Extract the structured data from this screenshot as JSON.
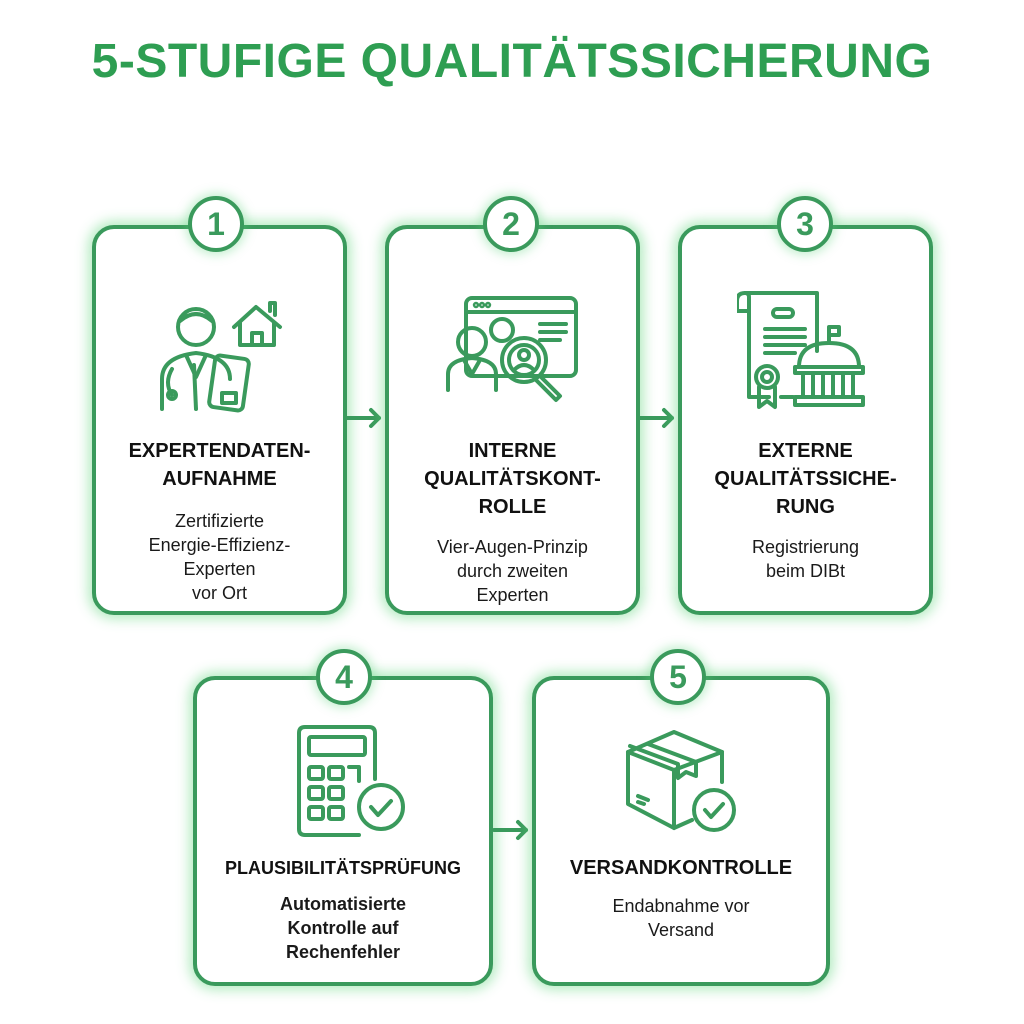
{
  "title": "5-STUFIGE QUALITÄTSSICHERUNG",
  "colors": {
    "accent": "#2e9e52",
    "border": "#3a9a5c",
    "glow": "#5ad278",
    "text": "#111111"
  },
  "steps": [
    {
      "number": "1",
      "icon": "expert-with-tablet-and-house-icon",
      "title_lines": [
        "EXPERTENDATEN-",
        "AUFNAHME"
      ],
      "desc_lines": [
        "Zertifizierte",
        "Energie-Effizienz-",
        "Experten",
        "vor Ort"
      ]
    },
    {
      "number": "2",
      "icon": "people-review-magnifier-icon",
      "title_lines": [
        "INTERNE",
        "QUALITÄTSKONT-",
        "ROLLE"
      ],
      "desc_lines": [
        "Vier-Augen-Prinzip",
        "durch zweiten",
        "Experten"
      ]
    },
    {
      "number": "3",
      "icon": "certificate-and-government-building-icon",
      "title_lines": [
        "EXTERNE",
        "QUALITÄTSSICHE-",
        "RUNG"
      ],
      "desc_lines": [
        "Registrierung",
        "beim DIBt"
      ]
    },
    {
      "number": "4",
      "icon": "calculator-with-checkmark-icon",
      "title_lines": [
        "PLAUSIBILITÄTSPRÜFUNG"
      ],
      "desc_lines": [
        "Automatisierte",
        "Kontrolle auf",
        "Rechenfehler"
      ]
    },
    {
      "number": "5",
      "icon": "package-with-checkmark-icon",
      "title_lines": [
        "VERSANDKONTROLLE"
      ],
      "desc_lines": [
        "Endabnahme vor",
        "Versand"
      ]
    }
  ]
}
